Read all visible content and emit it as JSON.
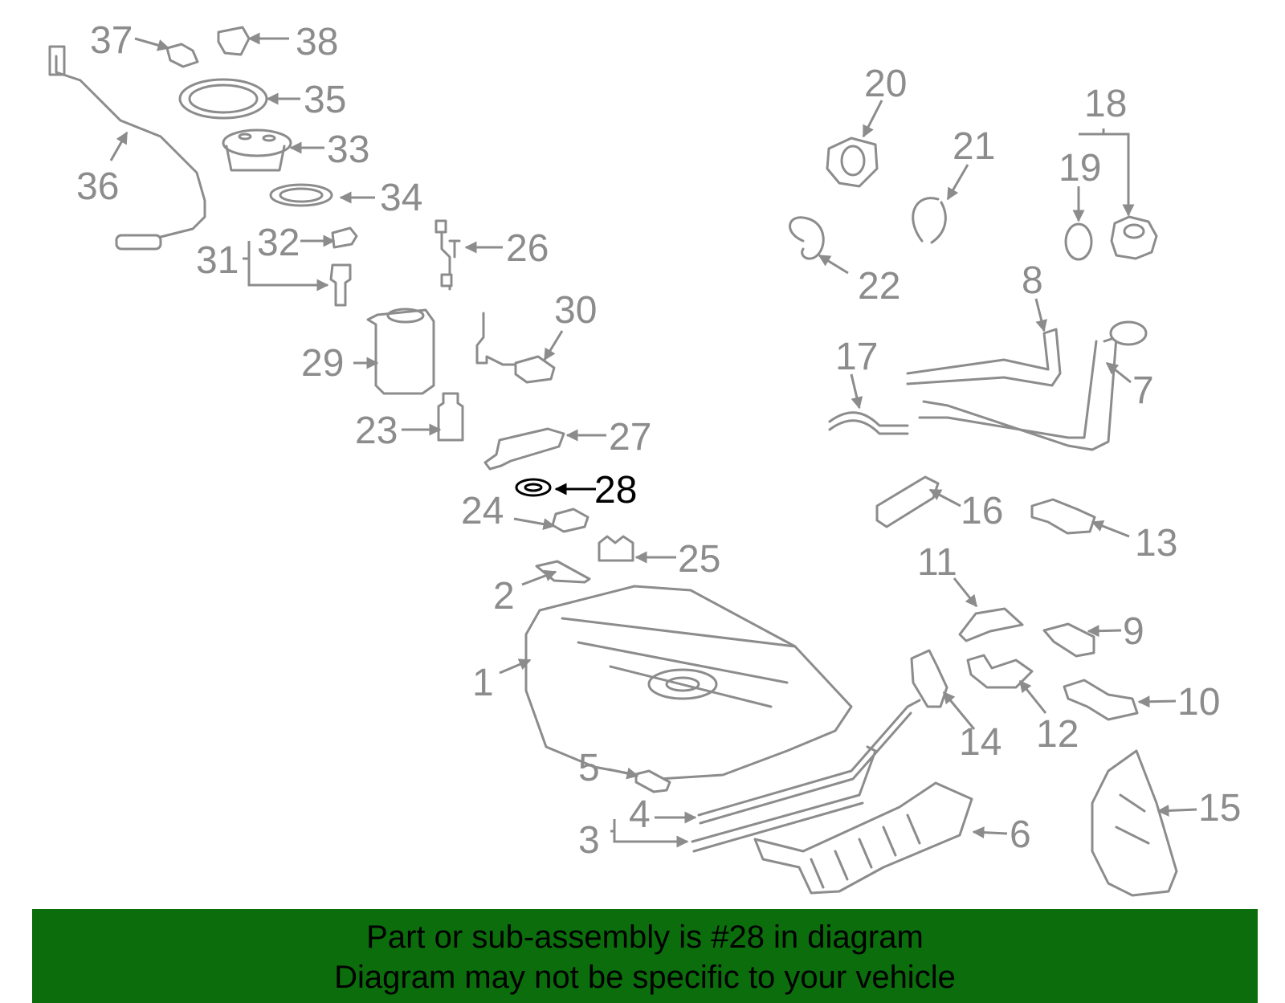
{
  "diagram": {
    "highlighted_part": "28",
    "colors": {
      "part": "#8c8c8c",
      "highlight": "#000000",
      "banner": "#0b6d0b"
    },
    "callouts": [
      {
        "id": "1",
        "label": "1"
      },
      {
        "id": "2",
        "label": "2"
      },
      {
        "id": "3",
        "label": "3"
      },
      {
        "id": "4",
        "label": "4"
      },
      {
        "id": "5",
        "label": "5"
      },
      {
        "id": "6",
        "label": "6"
      },
      {
        "id": "7",
        "label": "7"
      },
      {
        "id": "8",
        "label": "8"
      },
      {
        "id": "9",
        "label": "9"
      },
      {
        "id": "10",
        "label": "10"
      },
      {
        "id": "11",
        "label": "11"
      },
      {
        "id": "12",
        "label": "12"
      },
      {
        "id": "13",
        "label": "13"
      },
      {
        "id": "14",
        "label": "14"
      },
      {
        "id": "15",
        "label": "15"
      },
      {
        "id": "16",
        "label": "16"
      },
      {
        "id": "17",
        "label": "17"
      },
      {
        "id": "18",
        "label": "18"
      },
      {
        "id": "19",
        "label": "19"
      },
      {
        "id": "20",
        "label": "20"
      },
      {
        "id": "21",
        "label": "21"
      },
      {
        "id": "22",
        "label": "22"
      },
      {
        "id": "23",
        "label": "23"
      },
      {
        "id": "24",
        "label": "24"
      },
      {
        "id": "25",
        "label": "25"
      },
      {
        "id": "26",
        "label": "26"
      },
      {
        "id": "27",
        "label": "27"
      },
      {
        "id": "28",
        "label": "28"
      },
      {
        "id": "29",
        "label": "29"
      },
      {
        "id": "30",
        "label": "30"
      },
      {
        "id": "31",
        "label": "31"
      },
      {
        "id": "32",
        "label": "32"
      },
      {
        "id": "33",
        "label": "33"
      },
      {
        "id": "34",
        "label": "34"
      },
      {
        "id": "35",
        "label": "35"
      },
      {
        "id": "36",
        "label": "36"
      },
      {
        "id": "37",
        "label": "37"
      },
      {
        "id": "38",
        "label": "38"
      }
    ]
  },
  "banner": {
    "line1": "Part or sub-assembly is #28 in diagram",
    "line2": "Diagram may not be specific to your vehicle"
  }
}
